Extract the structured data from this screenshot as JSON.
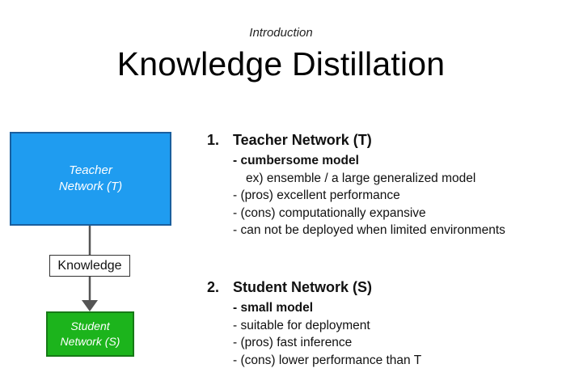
{
  "header": {
    "subtitle": "Introduction",
    "title": "Knowledge Distillation"
  },
  "diagram": {
    "teacher_box": "Teacher\nNetwork (T)",
    "knowledge_label": "Knowledge",
    "student_box": "Student\nNetwork (S)",
    "colors": {
      "teacher": "#1f9cf0",
      "student": "#1cb41c",
      "arrow": "#555555"
    }
  },
  "sections": [
    {
      "number": "1.",
      "heading": "Teacher Network (T)",
      "items": [
        {
          "text": "- cumbersome model",
          "style": "bold"
        },
        {
          "text": "ex) ensemble / a large generalized model",
          "style": "indent"
        },
        {
          "text": "- (pros) excellent performance",
          "style": ""
        },
        {
          "text": "- (cons) computationally expansive",
          "style": ""
        },
        {
          "text": "- can not be deployed when limited environments",
          "style": ""
        }
      ]
    },
    {
      "number": "2.",
      "heading": "Student Network (S)",
      "items": [
        {
          "text": "- small model",
          "style": "bold"
        },
        {
          "text": "- suitable for deployment",
          "style": ""
        },
        {
          "text": "- (pros) fast inference",
          "style": ""
        },
        {
          "text": "- (cons) lower performance than T",
          "style": ""
        }
      ]
    }
  ]
}
